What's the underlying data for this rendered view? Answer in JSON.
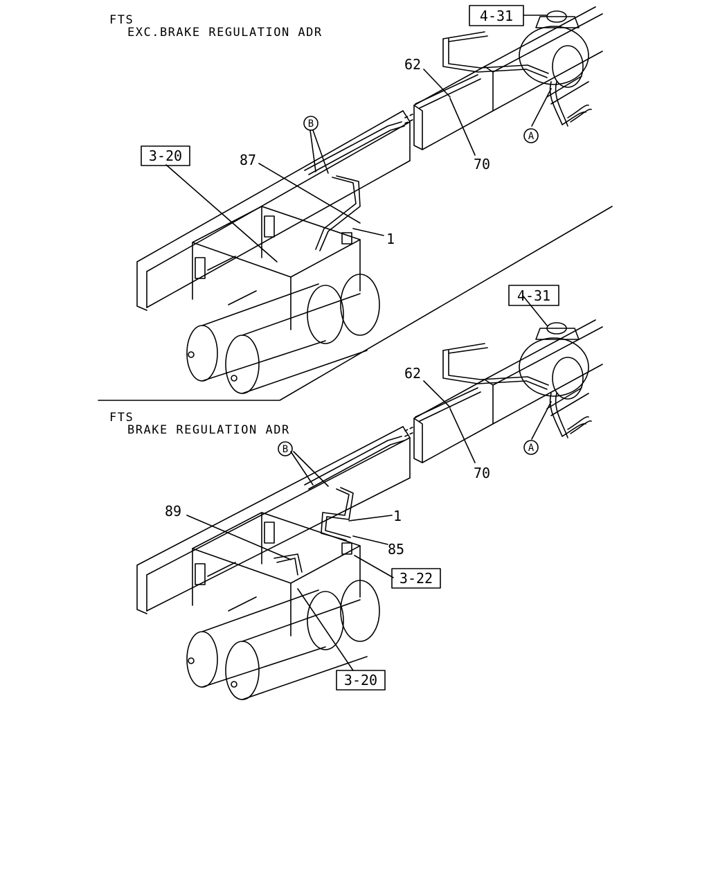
{
  "sections": [
    {
      "header_line1": "FTS",
      "header_line2": "EXC.BRAKE REGULATION ADR",
      "callouts": [
        "62",
        "70",
        "87",
        "1"
      ],
      "boxed_refs": [
        "4-31",
        "3-20"
      ],
      "circle_refs": [
        "A",
        "B"
      ]
    },
    {
      "header_line1": "FTS",
      "header_line2": "BRAKE REGULATION ADR",
      "callouts": [
        "62",
        "70",
        "89",
        "1",
        "85"
      ],
      "boxed_refs": [
        "4-31",
        "3-22",
        "3-20"
      ],
      "circle_refs": [
        "A",
        "B"
      ]
    }
  ],
  "colors": {
    "ink": "#000000",
    "paper": "#ffffff"
  }
}
